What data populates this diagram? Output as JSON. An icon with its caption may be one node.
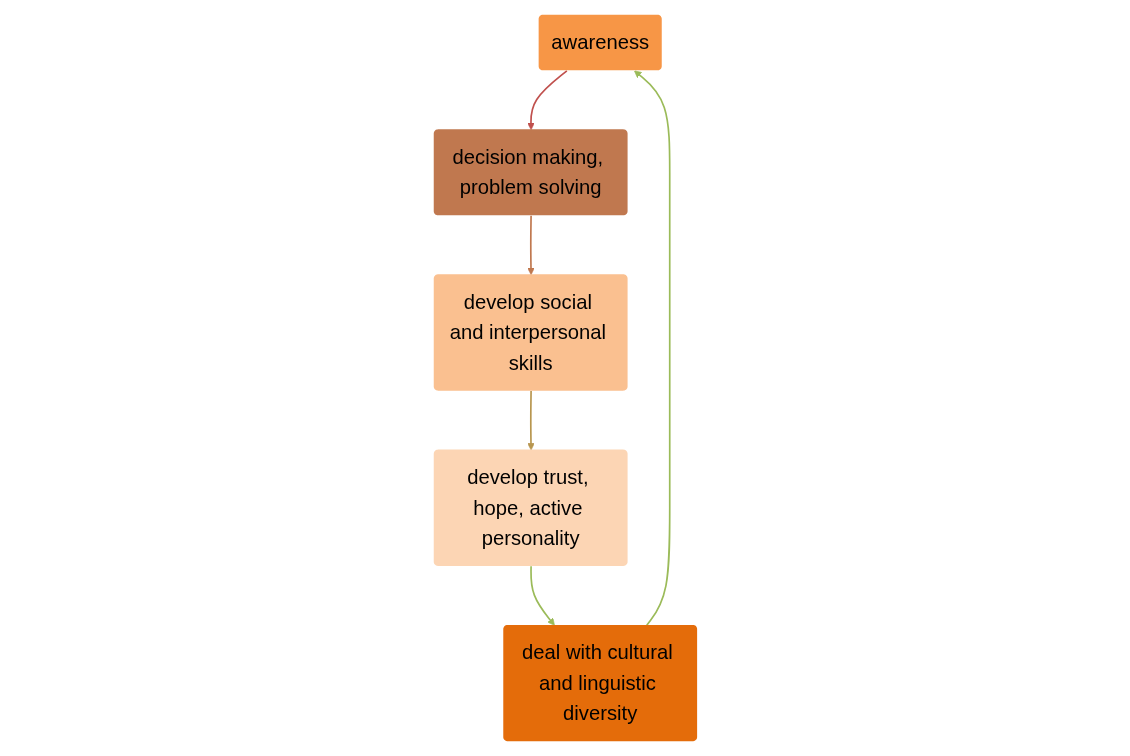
{
  "diagram": {
    "nodes": [
      {
        "text": [
          "awareness"
        ]
      },
      {
        "text": [
          "decision making, problem solving"
        ]
      },
      {
        "text": [
          "develop social and interpersonal skills"
        ]
      },
      {
        "text": [
          "develop trust, hope, active personality"
        ]
      },
      {
        "text": [
          "deal with cultural and linguistic diversity"
        ]
      }
    ],
    "edges": [
      {
        "from": 0,
        "to": 1,
        "arrow": "to",
        "color": "#c0504d"
      },
      {
        "from": 1,
        "to": 2,
        "arrow": "to",
        "color": "#c0784f"
      },
      {
        "from": 2,
        "to": 3,
        "arrow": "to",
        "color": "#b8964f"
      },
      {
        "from": 3,
        "to": 4,
        "arrow": "to",
        "color": "#9bbb59"
      },
      {
        "from": 4,
        "to": 0,
        "arrow": "to",
        "color": "#9bbb59"
      }
    ]
  }
}
